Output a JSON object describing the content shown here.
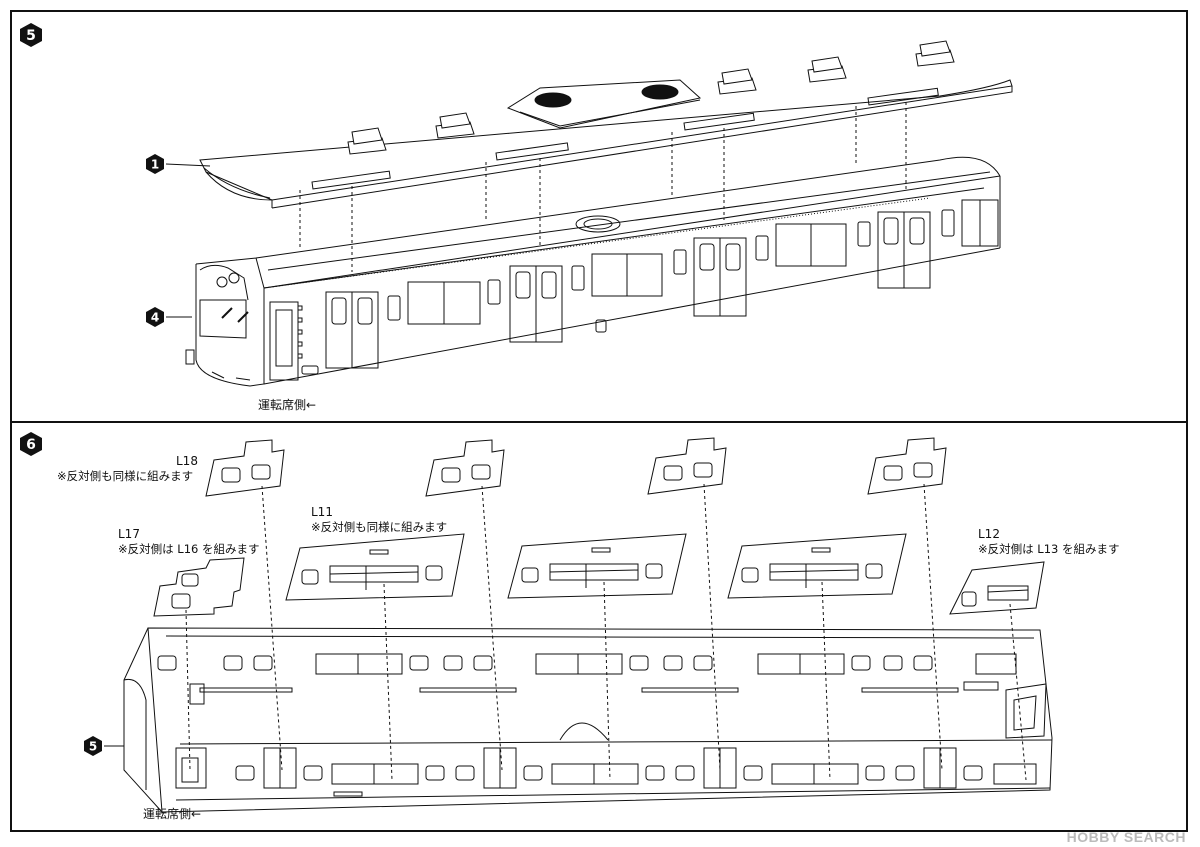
{
  "steps": {
    "five": "5",
    "six": "6"
  },
  "callouts": {
    "roof": "1",
    "body": "4",
    "sub_assembly": "5"
  },
  "labels": {
    "cab_side_top": "運転席側←",
    "cab_side_bottom": "運転席側←",
    "l18": "L18",
    "l18_note": "※反対側も同様に組みます",
    "l11": "L11",
    "l11_note": "※反対側も同様に組みます",
    "l17": "L17",
    "l17_note": "※反対側は L16 を組みます",
    "l12": "L12",
    "l12_note": "※反対側は L13 を組みます"
  },
  "watermark": {
    "brand": "HOBBY",
    "suffix": "SEARCH"
  }
}
